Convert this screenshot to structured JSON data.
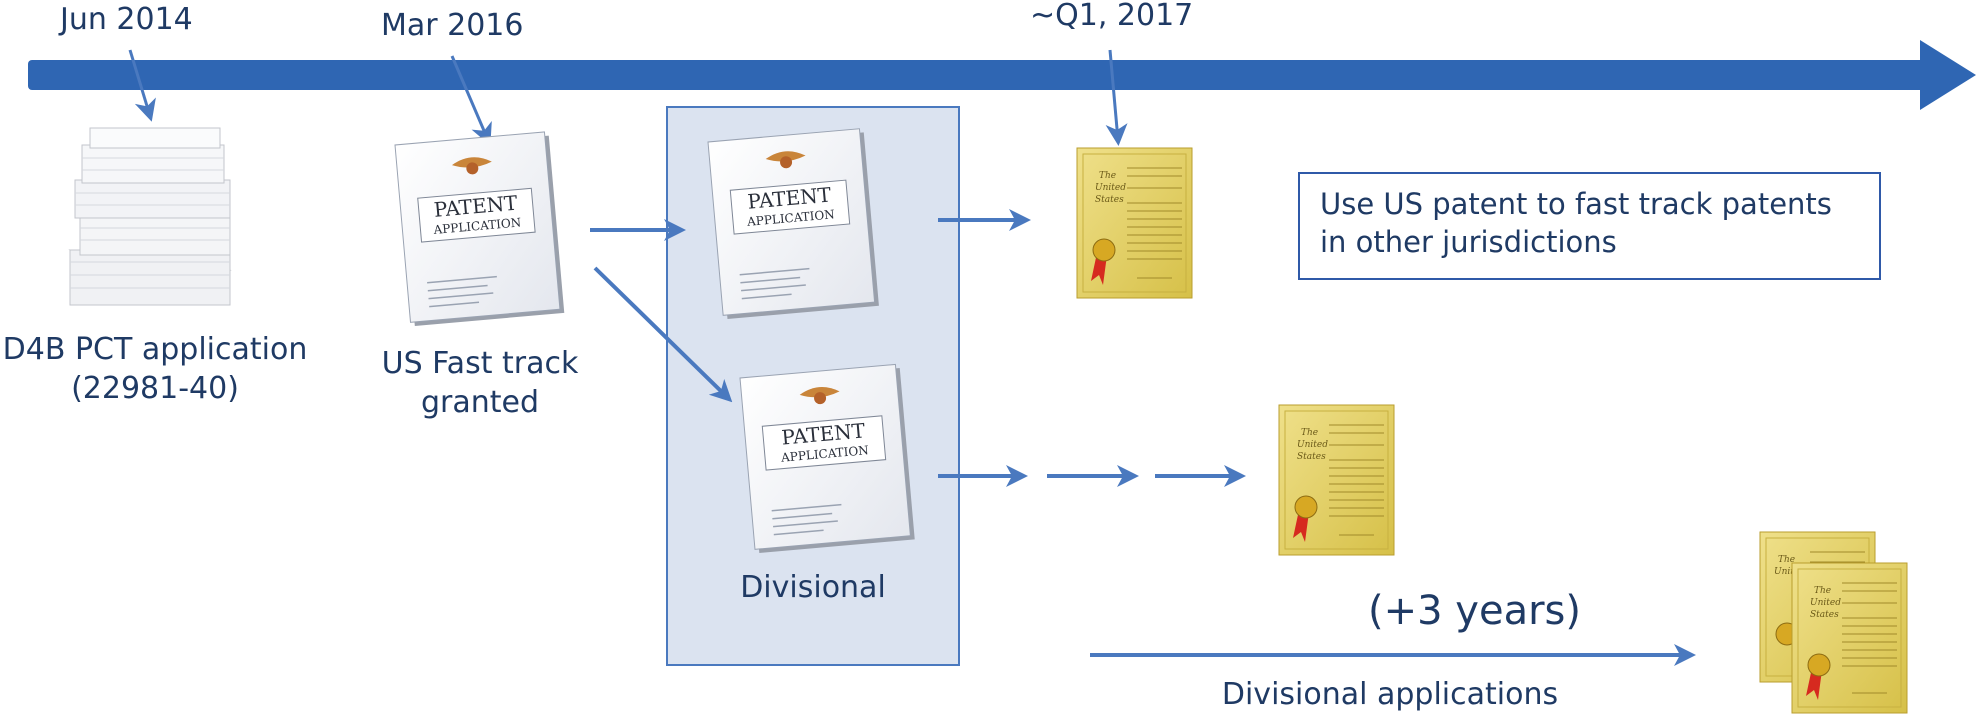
{
  "timeline": {
    "milestones": [
      {
        "date": "Jun 2014"
      },
      {
        "date": "Mar 2016"
      },
      {
        "date": "~Q1, 2017"
      }
    ]
  },
  "items": {
    "pct": {
      "line1": "D4B PCT application",
      "line2": "(22981-40)"
    },
    "us_fast_track": {
      "line1": "US Fast track",
      "line2": "granted"
    },
    "divisional_box_label": "Divisional",
    "document_title": "PATENT",
    "document_subtitle": "APPLICATION"
  },
  "callout": {
    "text_line1": "Use US patent to fast track patents",
    "text_line2": "in other jurisdictions"
  },
  "later": {
    "duration": "(+3 years)",
    "label": "Divisional applications"
  },
  "colors": {
    "arrow": "#4a79bf",
    "timeline": "#2f66b3",
    "box_fill": "#dbe3f0",
    "box_border": "#4a79bf",
    "text": "#1f3a64",
    "certificate": "#e2cf5a"
  }
}
